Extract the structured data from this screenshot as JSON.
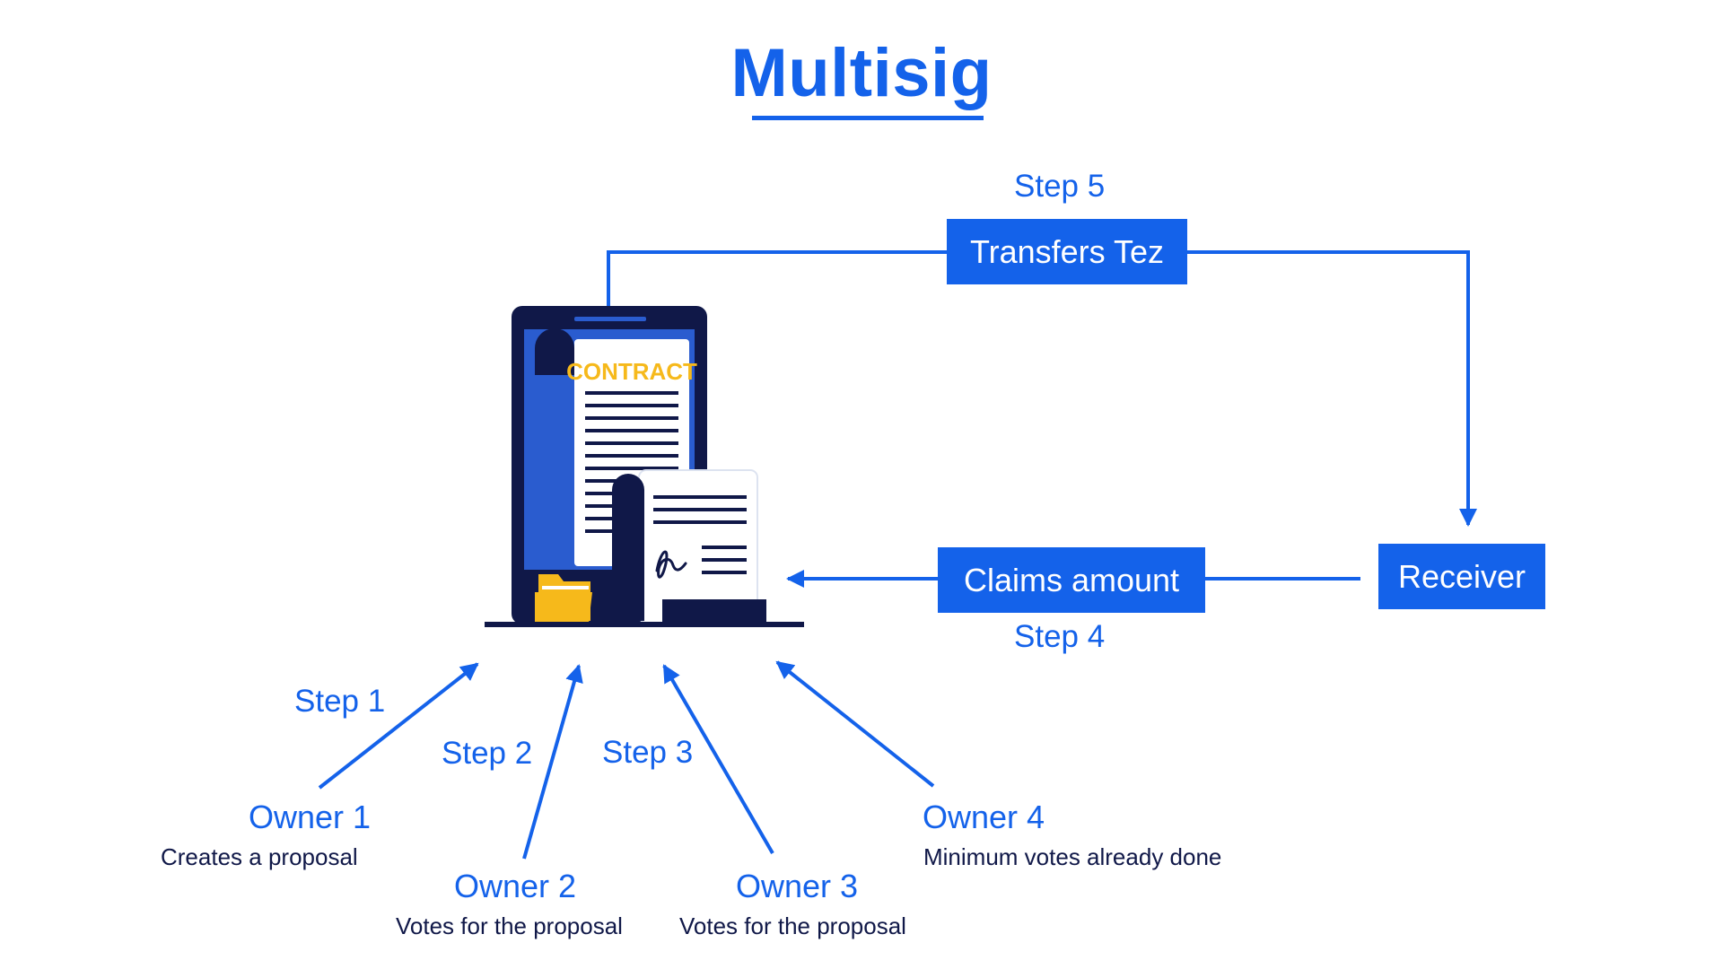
{
  "title": "Multisig",
  "colors": {
    "accent": "#1462ea",
    "dark_navy": "#101848",
    "folder_yellow": "#f6b91b",
    "device_blue": "#2a5ccf"
  },
  "icons": {
    "contract": "contract-device-icon",
    "folder": "folder-icon",
    "signature": "signed-document-icon"
  },
  "contract": {
    "label": "CONTRACT"
  },
  "steps": {
    "step1": "Step 1",
    "step2": "Step 2",
    "step3": "Step 3",
    "step4": "Step 4",
    "step5": "Step 5"
  },
  "boxes": {
    "transfers": "Transfers Tez",
    "claims": "Claims amount",
    "receiver": "Receiver"
  },
  "owners": [
    {
      "name": "Owner 1",
      "desc": "Creates a proposal"
    },
    {
      "name": "Owner 2",
      "desc": "Votes for the proposal"
    },
    {
      "name": "Owner 3",
      "desc": "Votes for the proposal"
    },
    {
      "name": "Owner 4",
      "desc": "Minimum votes already done"
    }
  ]
}
